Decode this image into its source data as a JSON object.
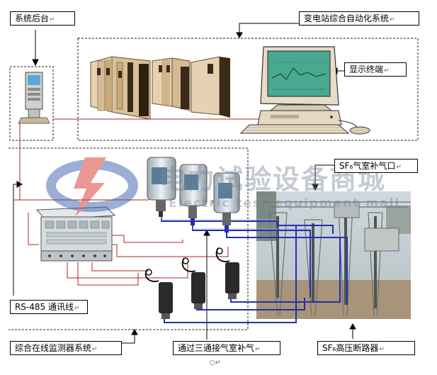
{
  "labels": {
    "backend": "系统后台",
    "substation_system": "变电站综合自动化系统",
    "display_terminal": "显示终端",
    "sf6_refill_port": "SF₆气室补气口",
    "rs485_line": "RS-485 通讯线",
    "monitor_system": "综合在线监测器系统",
    "three_way_refill": "通过三通接气室补气",
    "sf6_breaker": "SF₆高压断路器"
  },
  "paragraph_mark": "↵",
  "stray_mark": "○↵",
  "watermark": {
    "cn": "电力试验设备商城",
    "en": "Electric test equipment mall"
  },
  "colors": {
    "red_wire": "#b02020",
    "blue_pipe": "#2430b0",
    "screen_green": "#49a890",
    "cabinet_beige": "#e6d2b2",
    "cabinet_dark": "#3a2a1a",
    "watermark_blue": "#3b5fae",
    "watermark_red": "#d8342a"
  }
}
